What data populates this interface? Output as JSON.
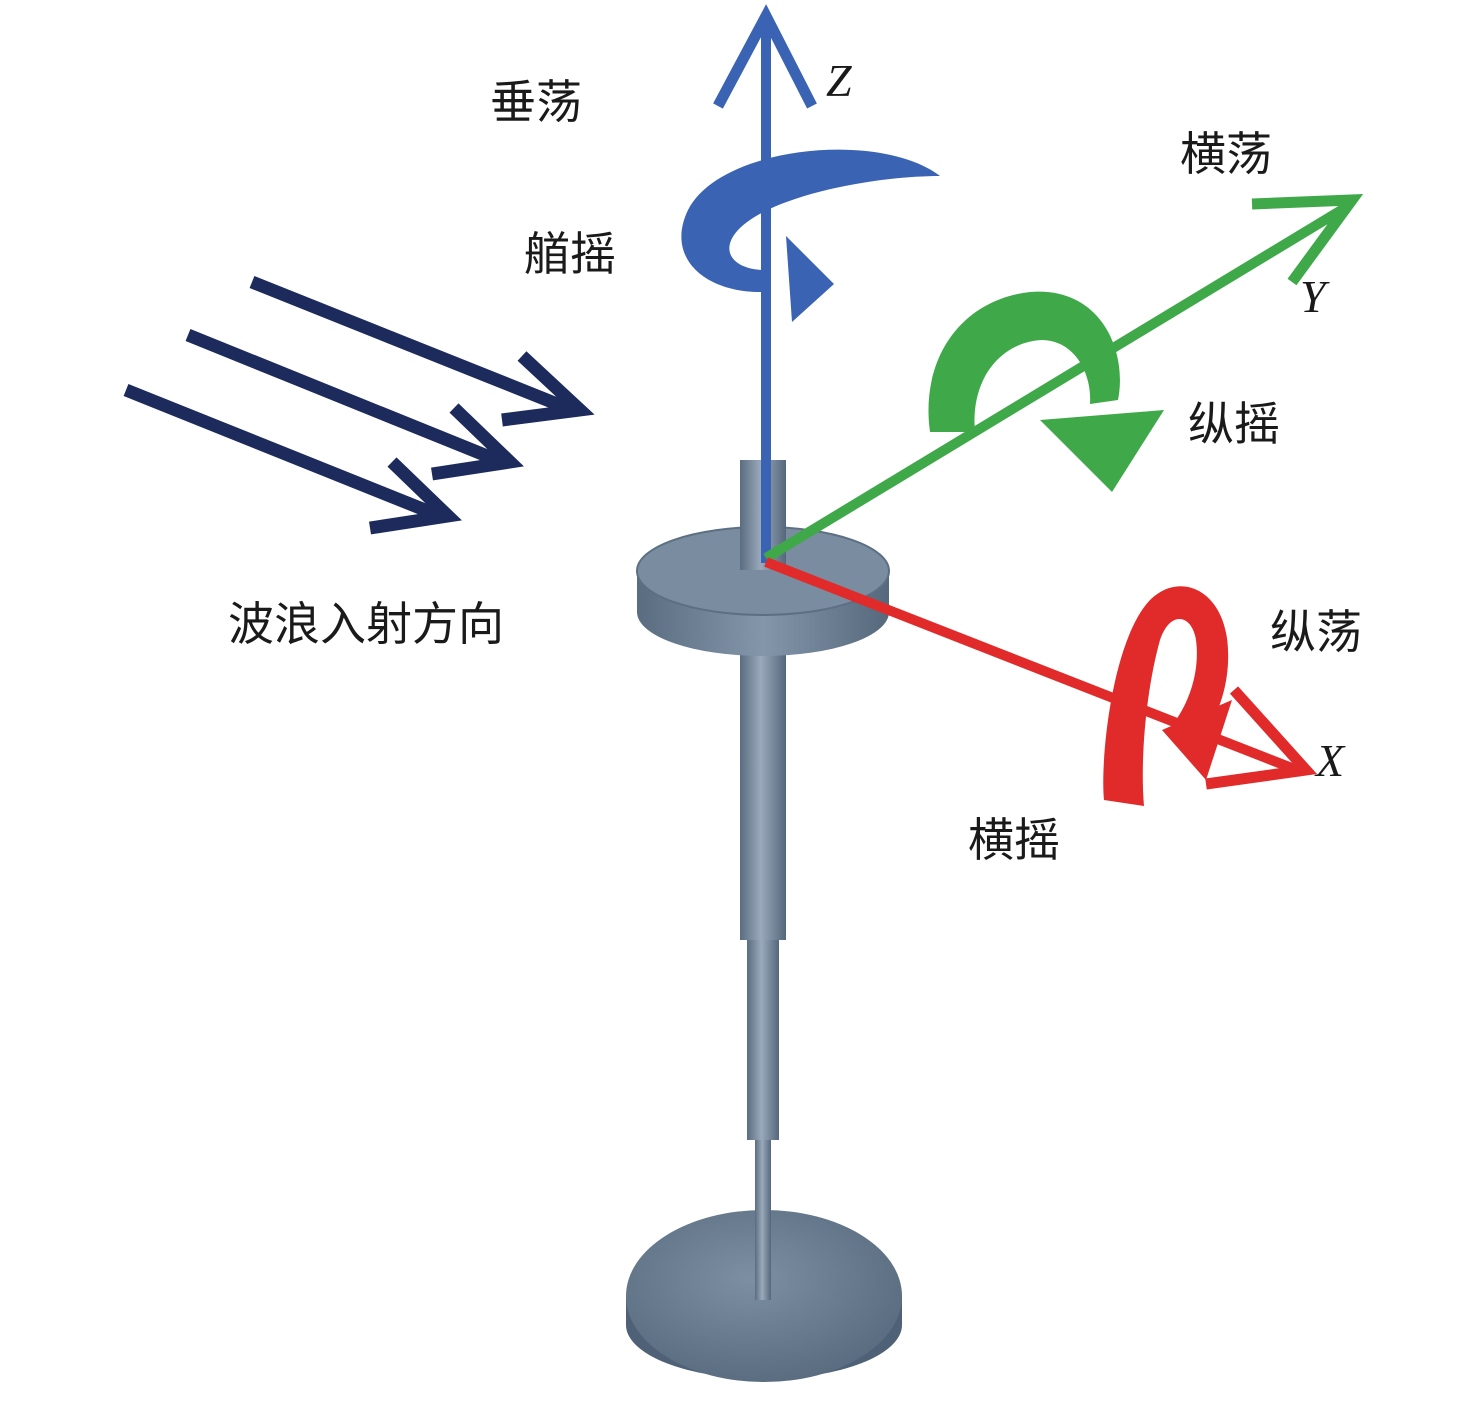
{
  "labels": {
    "heave": "垂荡",
    "yaw": "艏摇",
    "sway": "横荡",
    "pitch": "纵摇",
    "surge": "纵荡",
    "roll": "横摇",
    "wave_direction": "波浪入射方向"
  },
  "axes": {
    "z": "Z",
    "y": "Y",
    "x": "X"
  },
  "colors": {
    "z_axis": "#3b63b4",
    "y_axis": "#3fa94a",
    "x_axis": "#e12a2a",
    "wave_arrows": "#1d2b5c",
    "structure": "#6f8399",
    "structure_dark": "#4d5f73",
    "structure_light": "#9aaabb"
  },
  "icons": {
    "yaw_rotation": "curved-rotation-arrow-icon",
    "pitch_rotation": "curved-rotation-arrow-icon",
    "roll_rotation": "curved-rotation-arrow-icon",
    "wave": "triple-arrow-icon"
  }
}
